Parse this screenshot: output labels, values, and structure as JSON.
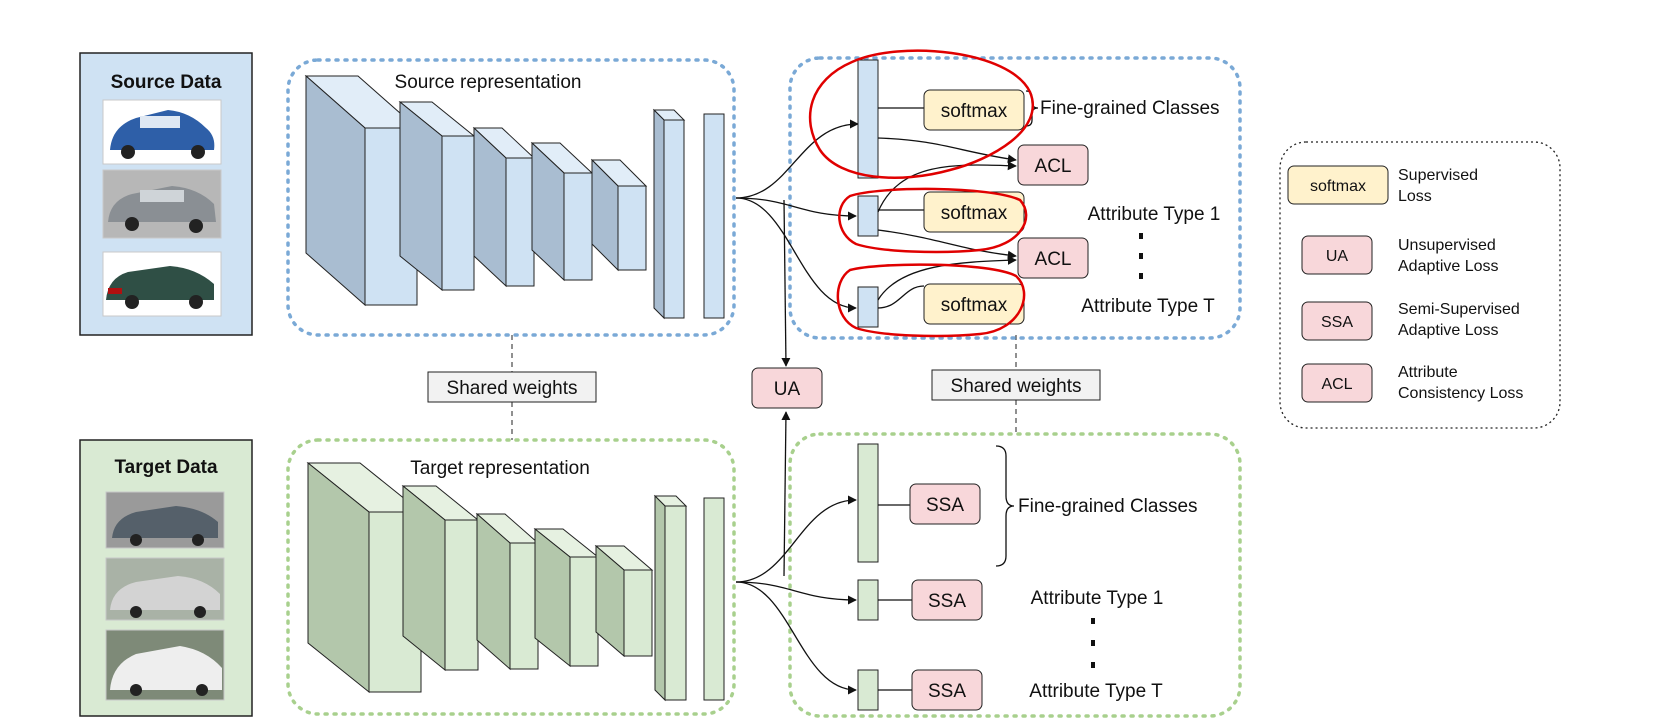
{
  "source_panel": {
    "title": "Source Data",
    "images": [
      "blue-hatchback-photo",
      "silver-sedan-photo",
      "dark-green-sedan-photo"
    ]
  },
  "target_panel": {
    "title": "Target Data",
    "images": [
      "street-hatchback-photo",
      "street-silver-sedan-photo",
      "street-white-sedan-photo"
    ]
  },
  "source_branch": {
    "title": "Source representation",
    "heads": {
      "softmax_label": "softmax",
      "acl_label": "ACL",
      "fine_grained": "Fine-grained Classes",
      "attr_first": "Attribute Type 1",
      "attr_last": "Attribute Type T"
    }
  },
  "target_branch": {
    "title": "Target representation",
    "heads": {
      "ssa_label": "SSA",
      "fine_grained": "Fine-grained Classes",
      "attr_first": "Attribute Type 1",
      "attr_last": "Attribute Type T"
    }
  },
  "shared_weights": "Shared weights",
  "ua_label": "UA",
  "legend": [
    {
      "tag": "softmax",
      "line1": "Supervised",
      "line2": "Loss",
      "fill": "#fff2cc"
    },
    {
      "tag": "UA",
      "line1": "Unsupervised",
      "line2": "Adaptive Loss",
      "fill": "#f8d7da"
    },
    {
      "tag": "SSA",
      "line1": "Semi-Supervised",
      "line2": "Adaptive Loss",
      "fill": "#f8d7da"
    },
    {
      "tag": "ACL",
      "line1": "Attribute",
      "line2": "Consistency Loss",
      "fill": "#f8d7da"
    }
  ],
  "colors": {
    "source_fill": "#cfe2f3",
    "source_side": "#a9bdd1",
    "target_fill": "#d9ead3",
    "target_side": "#b3c7ab",
    "source_border": "#7aa9d6",
    "target_border": "#a8d08d",
    "softmax_fill": "#fff2cc",
    "loss_fill": "#f8d7da",
    "highlight": "#e00000"
  }
}
